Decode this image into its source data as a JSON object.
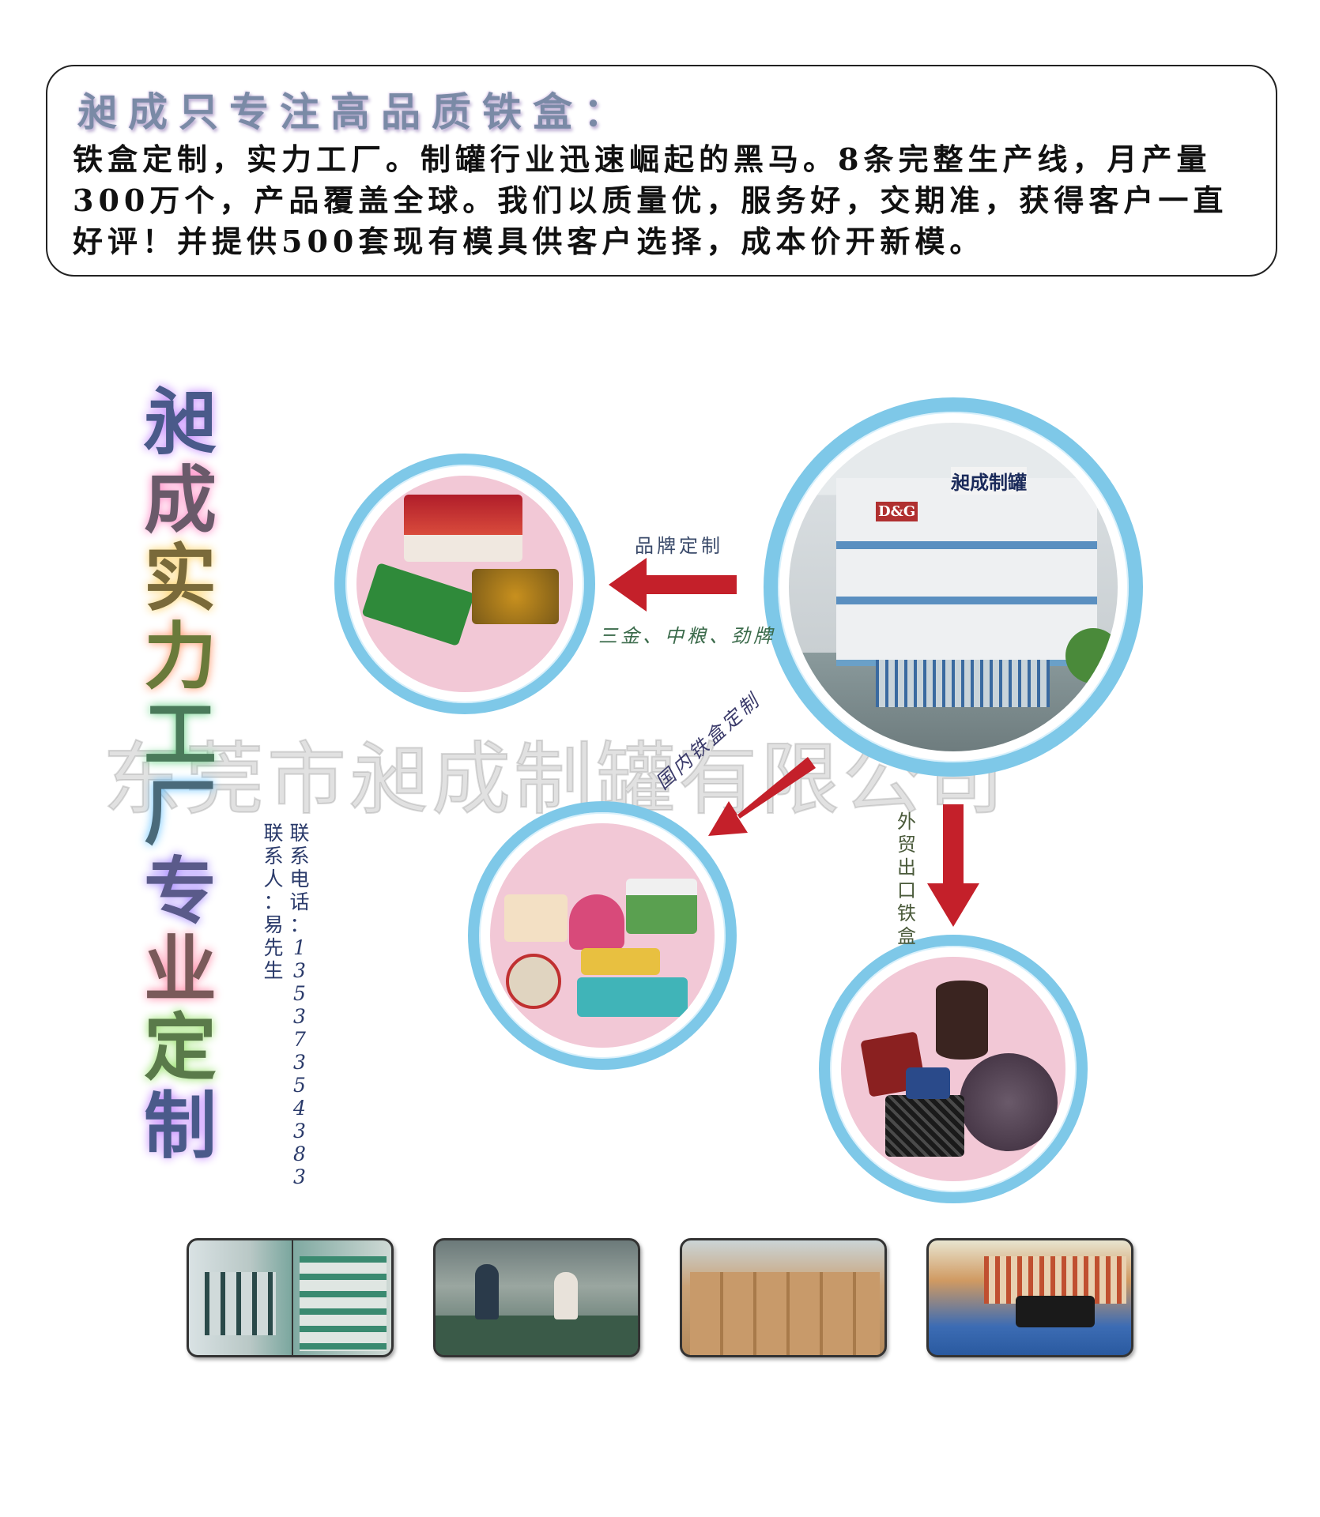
{
  "intro": {
    "title": "昶成只专注高品质铁盒：",
    "text": "铁盒定制，实力工厂。制罐行业迅速崛起的黑马。8条完整生产线，月产量300万个，产品覆盖全球。我们以质量优，服务好，交期准，获得客户一直好评！并提供500套现有模具供客户选择，成本价开新模。"
  },
  "side_title": [
    "昶",
    "成",
    "实",
    "力",
    "工",
    "厂",
    "专",
    "业",
    "定",
    "制"
  ],
  "watermark": "东莞市昶成制罐有限公司",
  "contact": {
    "phone_label": [
      "联",
      "系",
      "电",
      "话",
      "："
    ],
    "phone_digits": [
      "1",
      "3",
      "5",
      "3",
      "7",
      "3",
      "5",
      "4",
      "3",
      "8",
      "3"
    ],
    "person": [
      "联",
      "系",
      "人",
      "：",
      "易",
      "先",
      "生"
    ]
  },
  "labels": {
    "brand": "品牌定制",
    "brands": "三金、中粮、劲牌",
    "domestic": "国内铁盒定制",
    "export": [
      "外",
      "贸",
      "出",
      "口",
      "铁",
      "盒"
    ]
  },
  "factory_sign": "昶成制罐",
  "factory_sign2": "D&G",
  "colors": {
    "circle_border": "#7ec8e8",
    "circle_fill": "#f2c8d6",
    "arrow": "#c4202a"
  }
}
